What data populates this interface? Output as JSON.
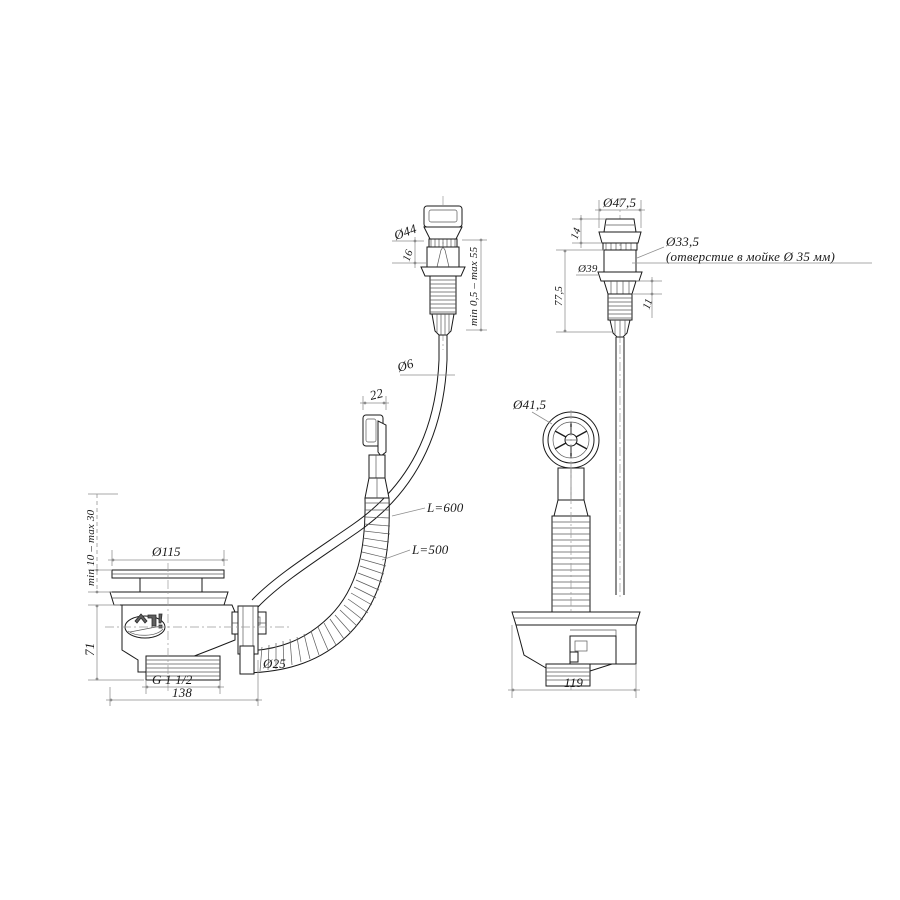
{
  "drawing": {
    "title": "Sink waste overflow assembly — dimensioned technical drawing",
    "background_color": "#ffffff",
    "line_color": "#1a1a1a",
    "dimension_color": "#8d8d8d",
    "brand_logo_text": "ANI"
  },
  "views": {
    "left": {
      "name": "front-view-with-cable-overflow",
      "labels": {
        "button_head_diameter": "Ø44",
        "button_head_height": "16",
        "clamp_range": "min 0,5 – max 55",
        "cable_diameter": "Ø6",
        "handle_width": "22",
        "hose_long_length": "L=600",
        "hose_short_length": "L=500",
        "flange_diameter": "Ø115",
        "body_height": "71",
        "thread_size": "G 1 1/2",
        "overall_length": "138",
        "pipe_diameter": "Ø25",
        "sink_thickness": "min 10 – max 30"
      }
    },
    "right": {
      "name": "front-view-with-rotary-overflow",
      "labels": {
        "cap_diameter": "Ø47,5",
        "cap_height": "14",
        "shank_diameter": "Ø33,5",
        "sink_hole_note": "(отверстие в мойке Ø 35 мм)",
        "overall_height": "77,5",
        "washer_diameter": "Ø39",
        "nut_height": "11",
        "strainer_diameter": "Ø41,5",
        "body_width": "119"
      }
    }
  }
}
